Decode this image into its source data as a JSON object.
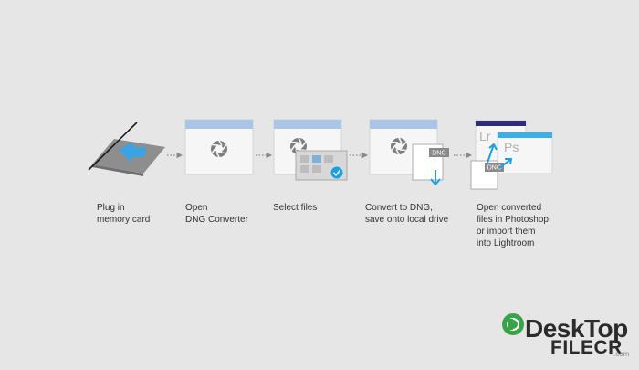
{
  "steps": [
    {
      "label": "Plug in\nmemory card"
    },
    {
      "label": "Open\nDNG Converter"
    },
    {
      "label": "Select files"
    },
    {
      "label": "Convert to DNG,\nsave onto local drive"
    },
    {
      "label": "Open converted\nfiles in Photoshop\nor import them\ninto Lightroom"
    }
  ],
  "badges": {
    "dng": "DNG",
    "lr": "Lr",
    "ps": "Ps"
  },
  "watermark": {
    "brand_a": "DeskTop",
    "brand_b": "FILECR",
    "suffix": ".com"
  },
  "colors": {
    "background": "#e6e6e6",
    "window_titlebar": "#a9c6e6",
    "window_body": "#f6f6f6",
    "accent_blue": "#1ba1e2",
    "lightroom": "#2d2d7a",
    "photoshop_bar": "#3bb0e8",
    "watermark_green": "#3aa34a"
  },
  "icons": [
    "memory-card-icon",
    "aperture-icon",
    "checkmark-icon",
    "down-arrow-icon",
    "dotted-arrow-icon",
    "watermark-logo-icon"
  ]
}
